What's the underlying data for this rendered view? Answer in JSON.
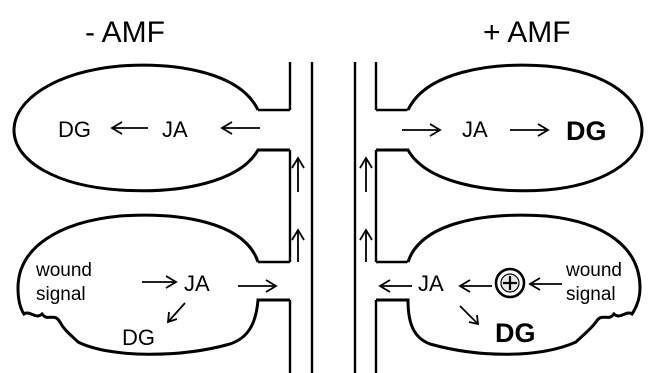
{
  "panels": {
    "left": {
      "title": "- AMF",
      "upper": {
        "dg": "DG",
        "ja": "JA"
      },
      "lower": {
        "wound_line1": "wound",
        "wound_line2": "signal",
        "ja": "JA",
        "dg": "DG"
      }
    },
    "right": {
      "title": "+ AMF",
      "upper": {
        "ja": "JA",
        "dg": "DG"
      },
      "lower": {
        "ja": "JA",
        "wound_line1": "wound",
        "wound_line2": "signal",
        "dg": "DG"
      }
    }
  },
  "icons": {
    "plus_circle": "plus-in-circle",
    "arrow": "open-arrow",
    "wound": "jagged-wound-edge"
  }
}
